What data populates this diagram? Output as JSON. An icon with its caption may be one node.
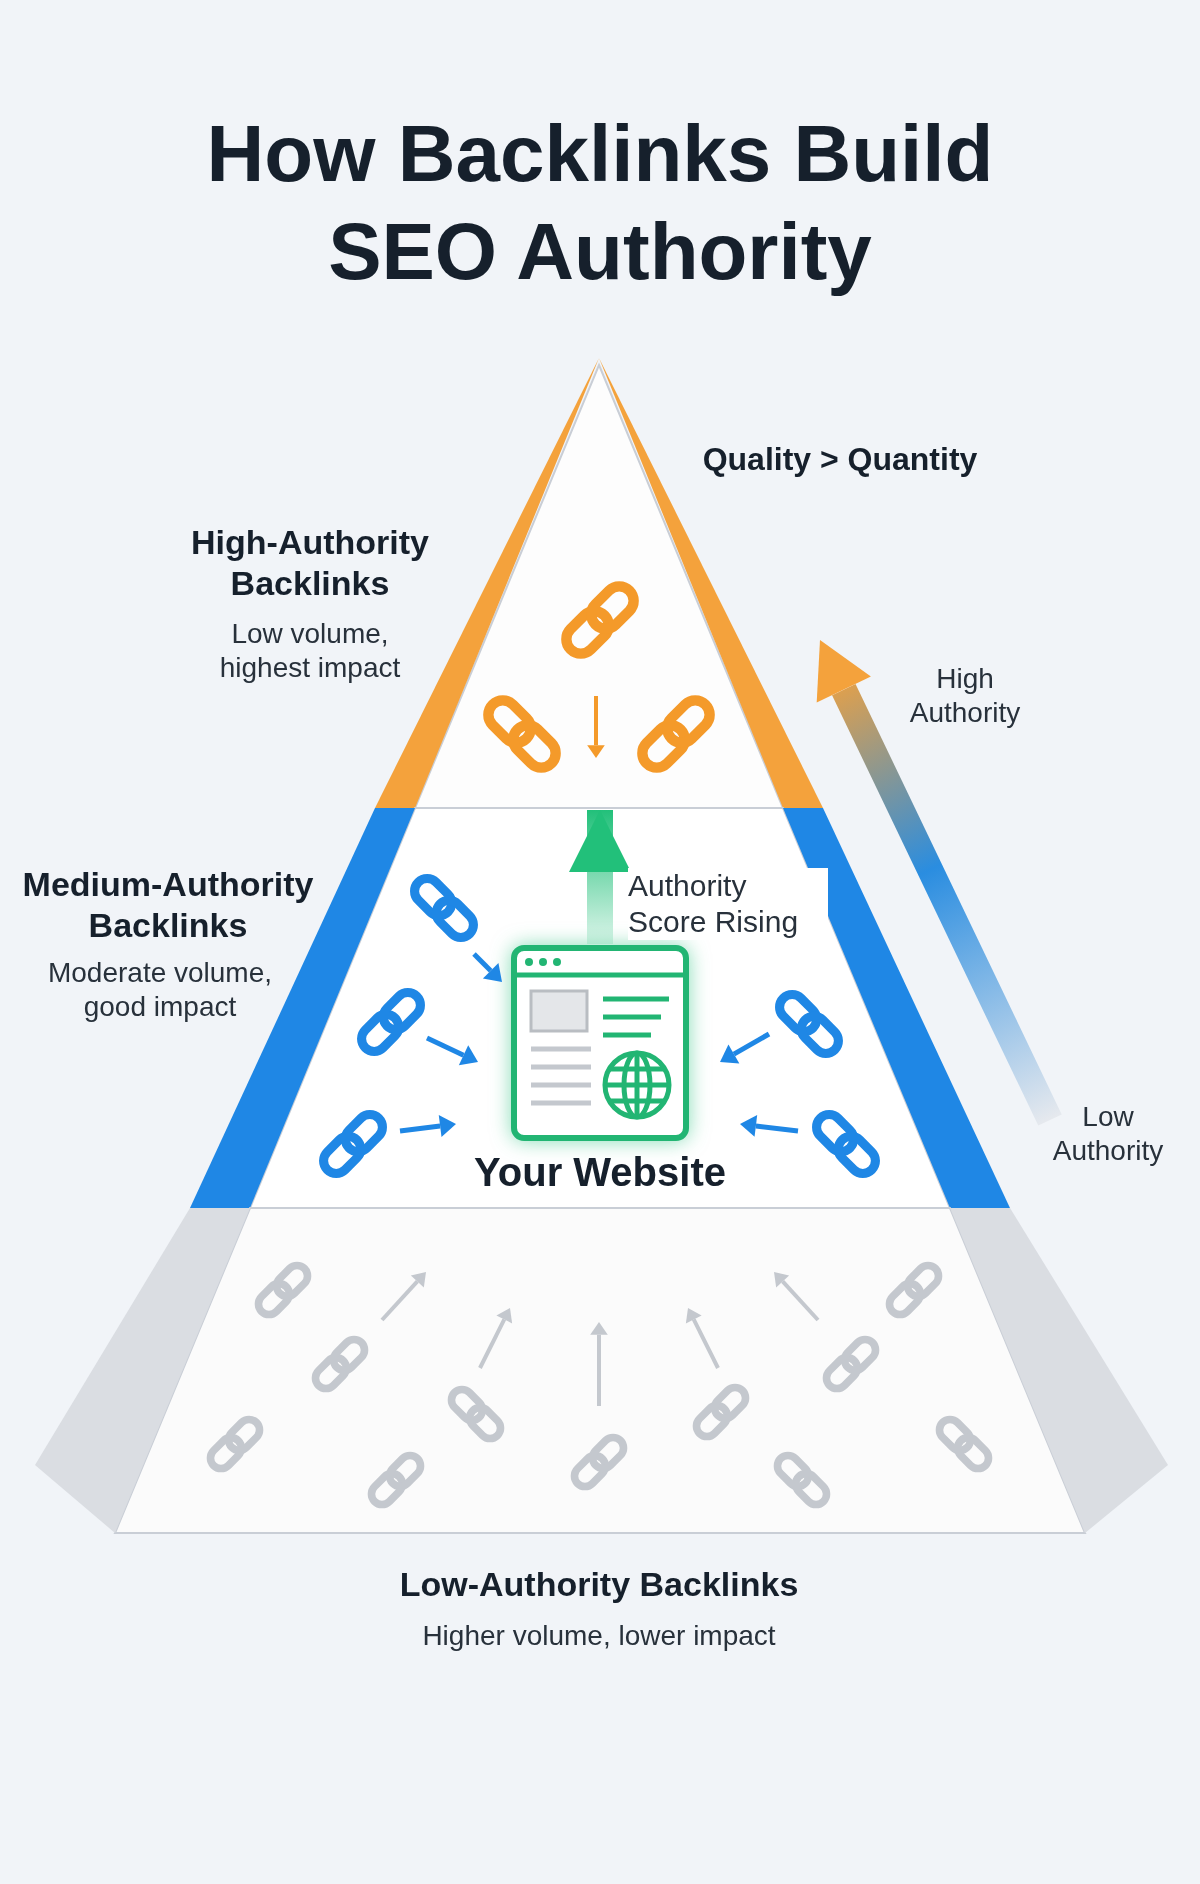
{
  "diagram": {
    "title": "How Backlinks Build SEO Authority",
    "nodes": [
      {
        "text": [
          "High-Authority Backlinks",
          "Low volume, highest impact"
        ]
      },
      {
        "text": [
          "Medium-Authority Backlinks",
          "Moderate volume, good impact"
        ]
      },
      {
        "text": [
          "Low-Authority Backlinks",
          "Higher volume, lower impact"
        ]
      },
      {
        "text": [
          "Your Website"
        ],
        "in": 1
      }
    ],
    "edges": [
      {
        "from": 3,
        "to": 0,
        "arrow": "to",
        "label": "Authority Score Rising",
        "color": "#22c07a",
        "style": "thick"
      }
    ],
    "labels": [
      "Quality > Quantity",
      "High Authority",
      "Low Authority"
    ]
  }
}
